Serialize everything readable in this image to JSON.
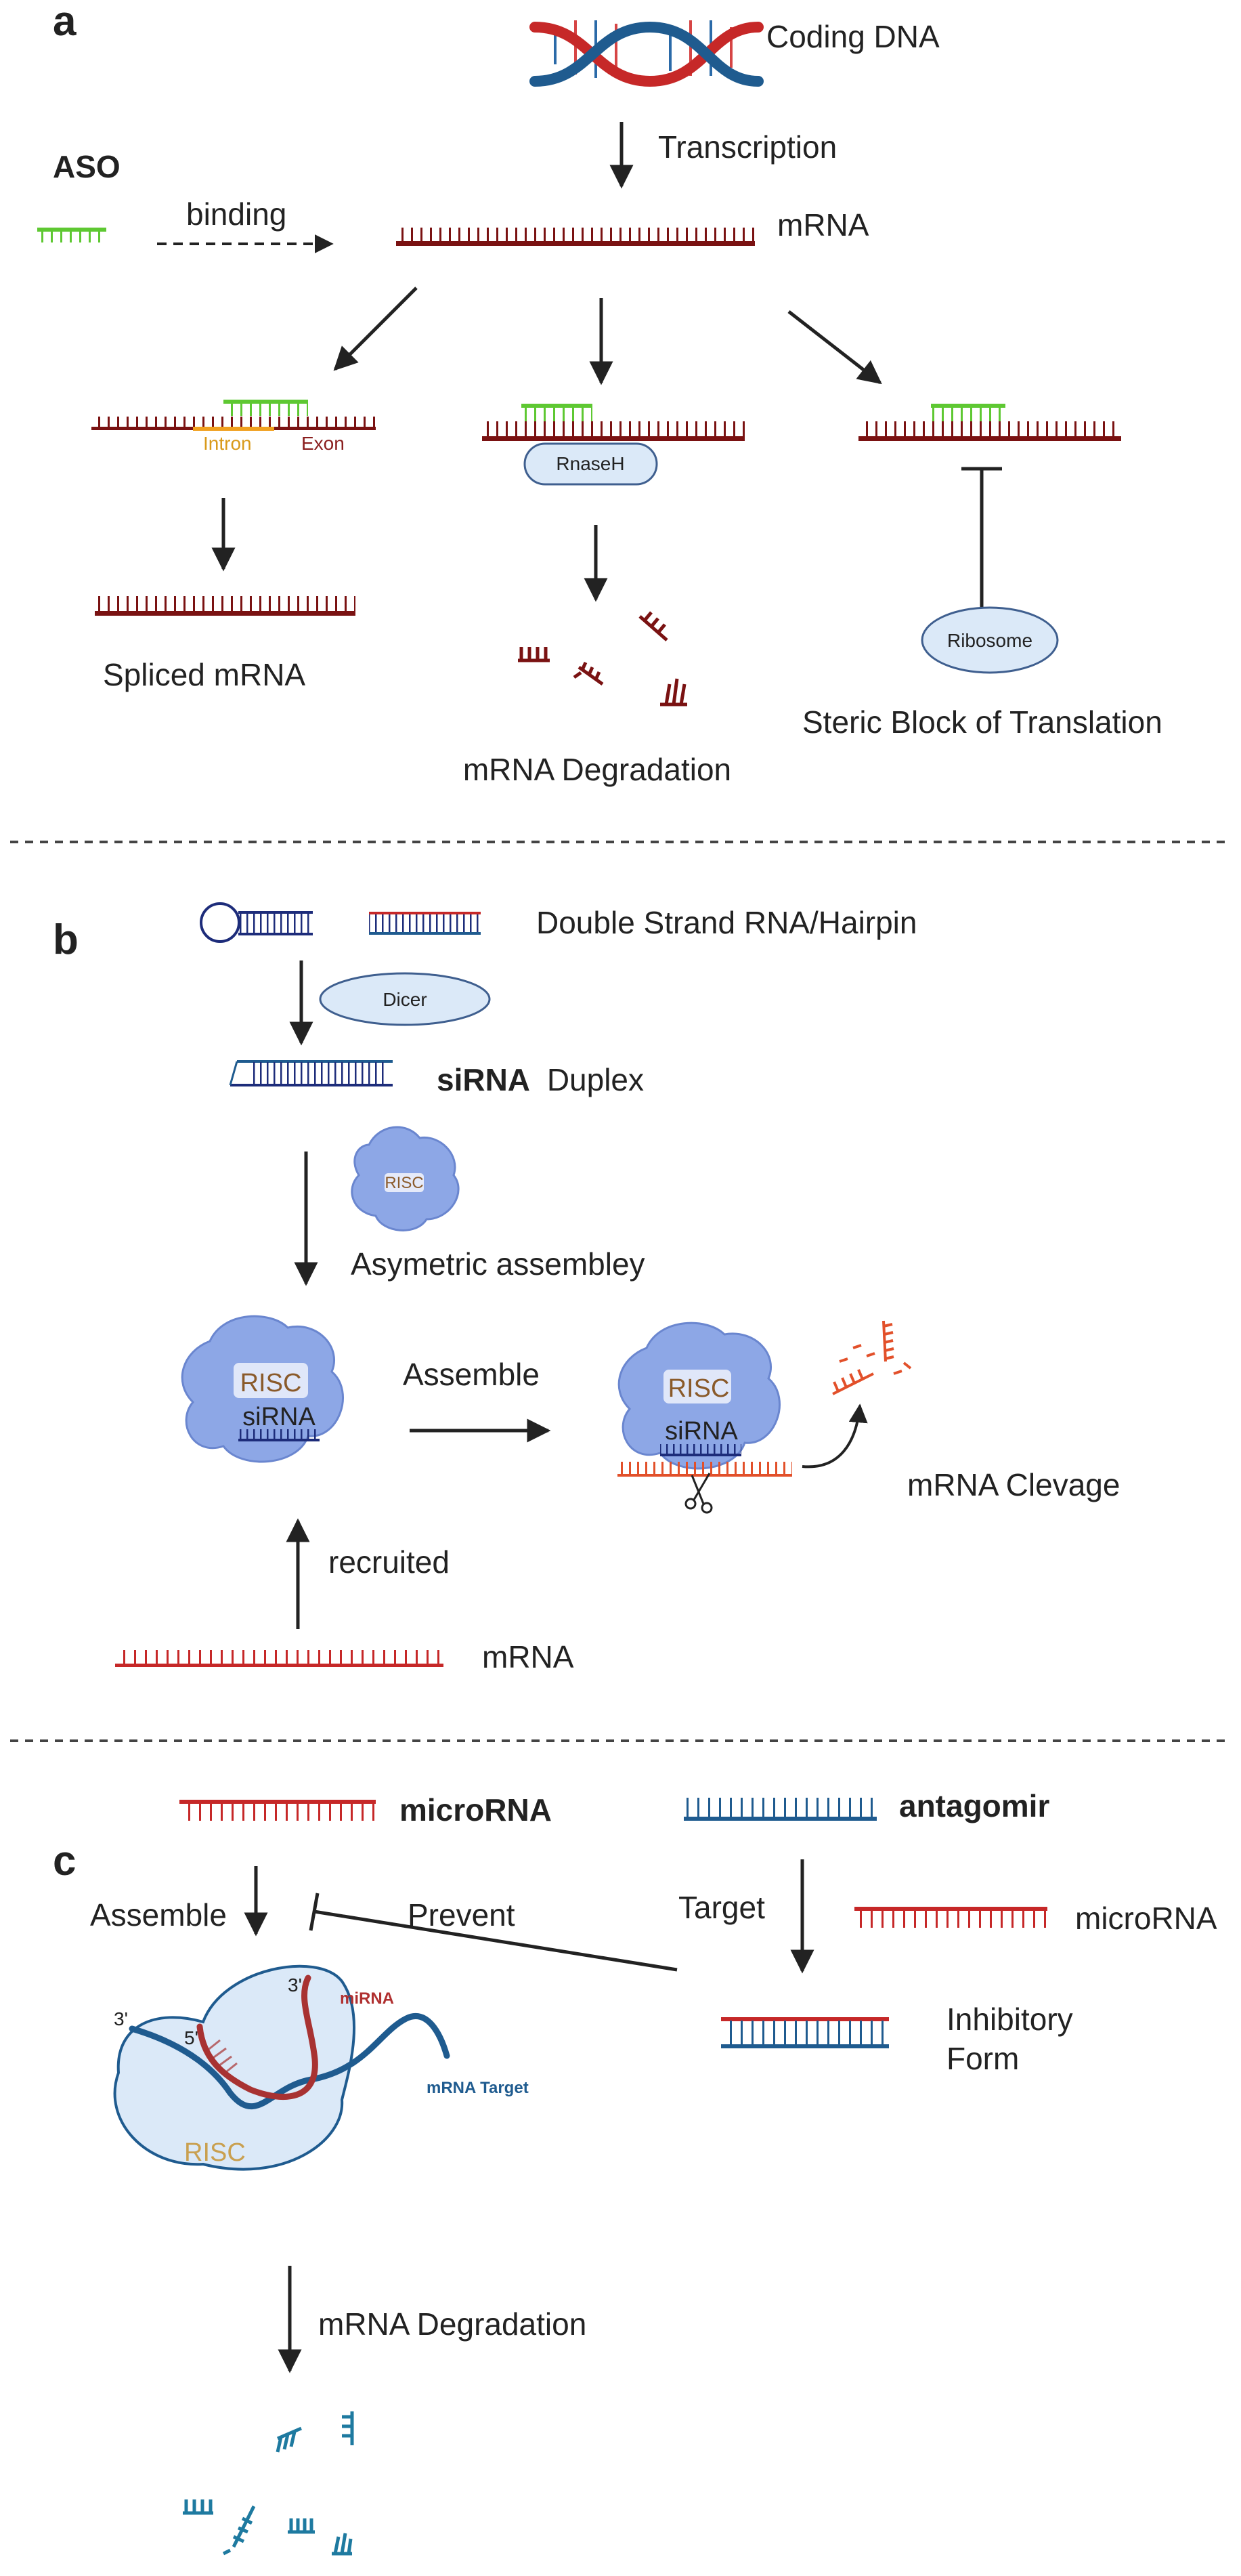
{
  "panels": {
    "a": {
      "letter": "a",
      "coding_dna": "Coding DNA",
      "transcription": "Transcription",
      "aso": "ASO",
      "binding": "binding",
      "mrna": "mRNA",
      "intron": "Intron",
      "exon": "Exon",
      "rnaseh": "RnaseH",
      "ribosome": "Ribosome",
      "spliced_mrna": "Spliced mRNA",
      "mrna_degradation": "mRNA Degradation",
      "steric_block": "Steric Block of Translation"
    },
    "b": {
      "letter": "b",
      "double_strand": "Double Strand RNA/Hairpin",
      "dicer": "Dicer",
      "sirna_bold": "siRNA",
      "duplex": "Duplex",
      "risc_small": "RISC",
      "asymmetric": "Asymetric assembley",
      "risc": "RISC",
      "sirna": "siRNA",
      "assemble": "Assemble",
      "mrna_clevage": "mRNA Clevage",
      "recruited": "recruited",
      "mrna": "mRNA"
    },
    "c": {
      "letter": "c",
      "microrna": "microRNA",
      "antagomir": "antagomir",
      "assemble": "Assemble",
      "prevent": "Prevent",
      "target": "Target",
      "microrna2": "microRNA",
      "inhibitory_1": "Inhibitory",
      "inhibitory_2": "Form",
      "three_prime_a": "3'",
      "five_prime": "5'",
      "three_prime_b": "3'",
      "mirna": "miRNA",
      "mrna_target": "mRNA Target",
      "risc": "RISC",
      "mrna_degradation": "mRNA Degradation"
    }
  },
  "colors": {
    "mrna": "#7a1212",
    "aso": "#5ec832",
    "intron": "#f0a01e",
    "protein_fill": "#dbe9f8",
    "protein_stroke": "#3f5f8f",
    "risc_blob": "#8da7e6",
    "sirna_navy": "#1d2c7a",
    "red_strand": "#c62828",
    "blue_strand": "#1f5b8f",
    "orange_strand": "#e2502a",
    "teal_fragment": "#1e7aa0"
  }
}
